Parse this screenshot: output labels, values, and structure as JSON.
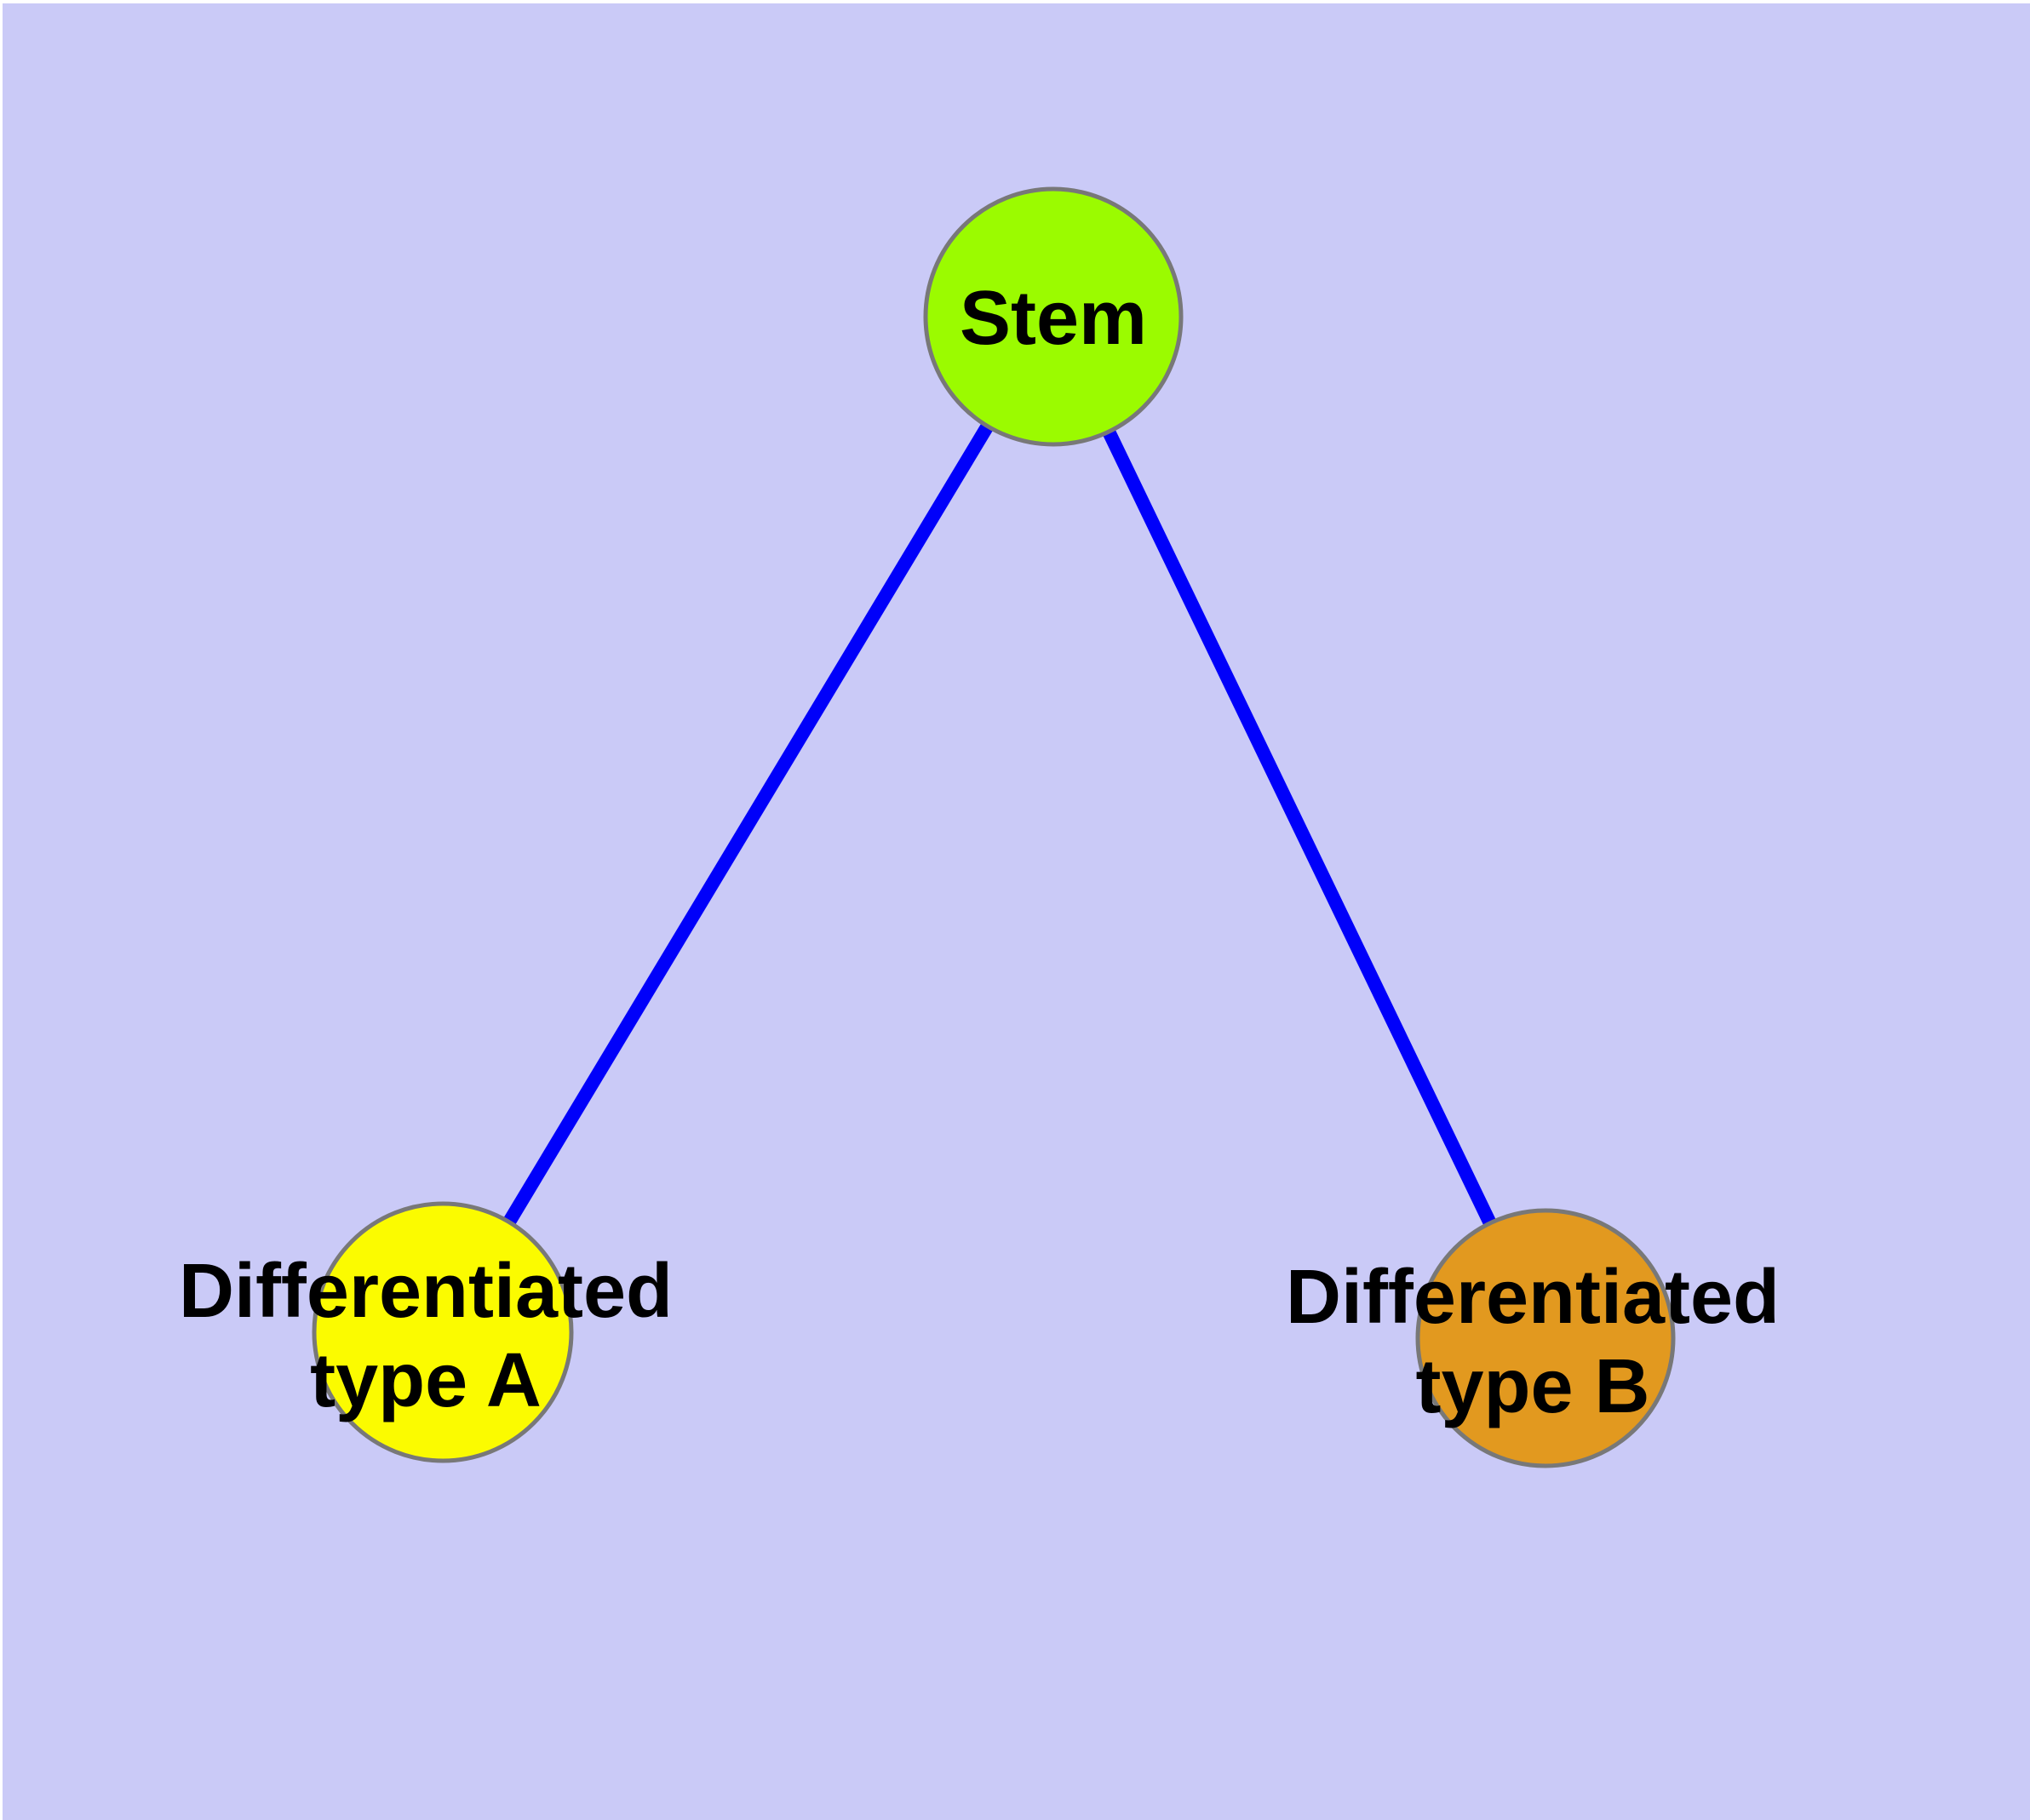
{
  "diagram": {
    "type": "node-link-graph",
    "background_color": "#CACAF7",
    "frame_color": "#FFFFFF",
    "edge_color": "#0000FA",
    "node_border_color": "#787878",
    "label_color": "#000000",
    "nodes": [
      {
        "id": "stem",
        "label": "Stem",
        "label_lines": [
          "Stem"
        ],
        "fill_color": "#9BFB00"
      },
      {
        "id": "differentiated-type-a",
        "label": "Differentiated type A",
        "label_lines": [
          "Differentiated",
          "type A"
        ],
        "fill_color": "#FBFB00"
      },
      {
        "id": "differentiated-type-b",
        "label": "Differentiated type B",
        "label_lines": [
          "Differentiated",
          "type B"
        ],
        "fill_color": "#E2991F"
      }
    ],
    "edges": [
      {
        "from": "stem",
        "to": "differentiated-type-a"
      },
      {
        "from": "stem",
        "to": "differentiated-type-b"
      }
    ]
  }
}
